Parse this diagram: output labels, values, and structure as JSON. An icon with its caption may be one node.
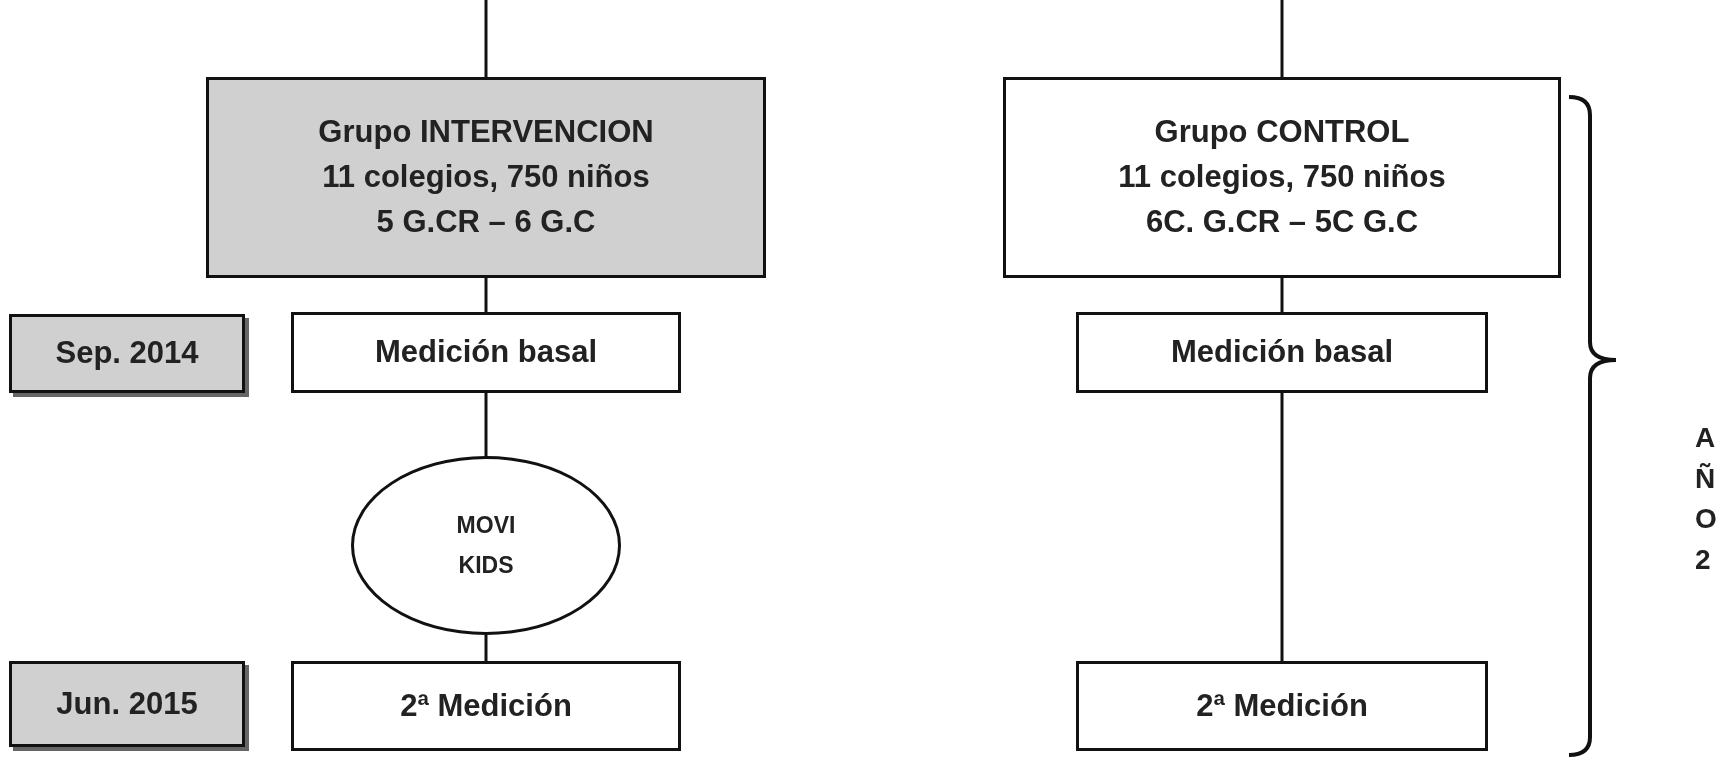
{
  "diagram": {
    "nodes": [
      {
        "text": [
          "Grupo INTERVENCION",
          "11 colegios, 750 niños",
          "5 G.CR – 6 G.C"
        ]
      },
      {
        "text": [
          "Grupo CONTROL",
          "11 colegios, 750 niños",
          "6C. G.CR – 5C G.C"
        ]
      },
      {
        "text": [
          "Sep. 2014"
        ]
      },
      {
        "text": [
          "Medición basal"
        ]
      },
      {
        "text": [
          "MOVI KIDS"
        ]
      },
      {
        "text": [
          "Jun. 2015"
        ]
      },
      {
        "text": [
          "2ª Medición"
        ]
      },
      {
        "text": [
          "Medición basal"
        ]
      },
      {
        "text": [
          "2ª Medición"
        ]
      }
    ],
    "edges": [
      {
        "from": null,
        "to": 0,
        "arrow": "none"
      },
      {
        "from": 0,
        "to": 3,
        "arrow": "none"
      },
      {
        "from": 3,
        "to": 4,
        "arrow": "none"
      },
      {
        "from": 4,
        "to": 6,
        "arrow": "none"
      },
      {
        "from": null,
        "to": 1,
        "arrow": "none"
      },
      {
        "from": 1,
        "to": 7,
        "arrow": "none"
      },
      {
        "from": 7,
        "to": 8,
        "arrow": "none"
      }
    ],
    "labels": [
      "AÑO 2"
    ]
  }
}
